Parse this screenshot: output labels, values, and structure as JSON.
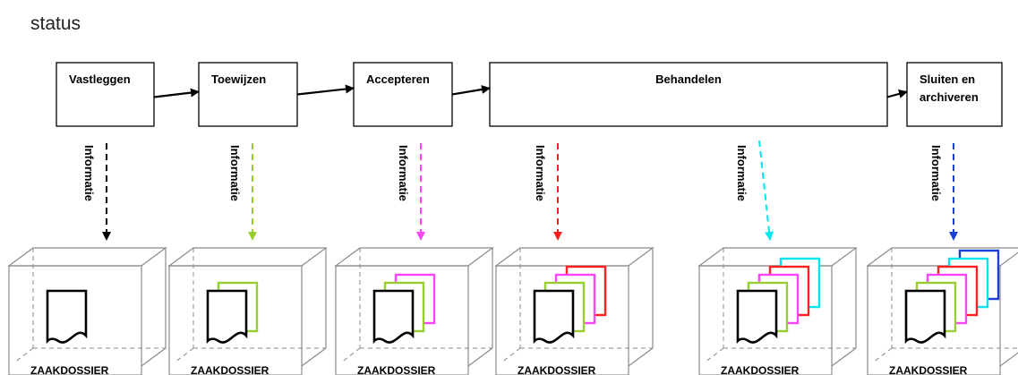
{
  "heading": "status",
  "steps": [
    {
      "label_lines": [
        "Vastleggen"
      ]
    },
    {
      "label_lines": [
        "Toewijzen"
      ]
    },
    {
      "label_lines": [
        "Accepteren"
      ]
    },
    {
      "label_lines": [
        "Behandelen"
      ]
    },
    {
      "label_lines": [
        "Sluiten en",
        "archiveren"
      ]
    }
  ],
  "info_label": "Informatie",
  "dossier_label": "ZAAKDOSSIER",
  "colors": {
    "stage1": "#000000",
    "stage2": "#9acd32",
    "stage3": "#ff44ff",
    "stage4": "#ff2020",
    "stage5": "#00e5ee",
    "stage6": "#1a3fd6"
  },
  "dossiers": [
    {
      "arrow_color": "stage1",
      "documents": [
        "stage1"
      ]
    },
    {
      "arrow_color": "stage2",
      "documents": [
        "stage2",
        "stage1"
      ]
    },
    {
      "arrow_color": "stage3",
      "documents": [
        "stage3",
        "stage2",
        "stage1"
      ]
    },
    {
      "arrow_color": "stage4",
      "documents": [
        "stage4",
        "stage3",
        "stage2",
        "stage1"
      ]
    },
    {
      "arrow_color": "stage5",
      "documents": [
        "stage5",
        "stage4",
        "stage3",
        "stage2",
        "stage1"
      ]
    },
    {
      "arrow_color": "stage6",
      "documents": [
        "stage6",
        "stage5",
        "stage4",
        "stage3",
        "stage2",
        "stage1"
      ]
    }
  ]
}
